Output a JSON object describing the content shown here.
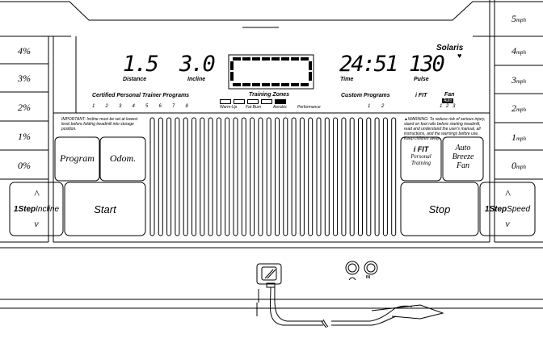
{
  "display": {
    "brand": "Solaris",
    "distance": {
      "value": "1.5",
      "label": "Distance"
    },
    "incline": {
      "value": "3.0",
      "label": "Incline"
    },
    "time": {
      "value": "24:51",
      "label": "Time"
    },
    "pulse": {
      "value": "130",
      "label": "Pulse"
    },
    "certified_title": "Certified Personal Trainer Programs",
    "certified_numbers": [
      "1",
      "2",
      "3",
      "4",
      "5",
      "6",
      "7",
      "8"
    ],
    "training_zones_title": "Training Zones",
    "zones": [
      "Warm-Up",
      "Fat Burn",
      "Aerobic",
      "Performance"
    ],
    "custom_title": "Custom Programs",
    "custom_numbers": [
      "1",
      "2"
    ],
    "ifit_label": "i FIT",
    "fan_title": "Fan",
    "fan_auto": "Auto",
    "fan_numbers": [
      "1",
      "2",
      "3"
    ]
  },
  "left_column": {
    "incline_presets": [
      "4%",
      "3%",
      "2%",
      "1%",
      "0%"
    ],
    "incline_up": "^",
    "incline_down": "v",
    "incline_label_bold": "1Step",
    "incline_label_rest": "Incline"
  },
  "right_column": {
    "speed_presets": [
      "5 mph",
      "4 mph",
      "3 mph",
      "2 mph",
      "1 mph",
      "0 mph"
    ],
    "speed_up": "^",
    "speed_down": "v",
    "speed_label_bold": "1Step",
    "speed_label_rest": "Speed"
  },
  "buttons": {
    "program": "Program",
    "odom": "Odom.",
    "start": "Start",
    "stop": "Stop",
    "ifit_title": "i FIT",
    "ifit_sub1": "Personal",
    "ifit_sub2": "Training",
    "fan_line1": "Auto",
    "fan_line2": "Breeze",
    "fan_line3": "Fan"
  },
  "notices": {
    "important": "IMPORTANT: Incline must be set at lowest level before folding treadmill into storage position.",
    "warning": "▲WARNING: To reduce risk of serious injury, stand on foot rails before starting treadmill, read and understand the user's manual, all instructions, and the warnings before use. Keep children away."
  },
  "jacks": {
    "headphone_icon": "headphone-icon",
    "in_label": "IN"
  }
}
